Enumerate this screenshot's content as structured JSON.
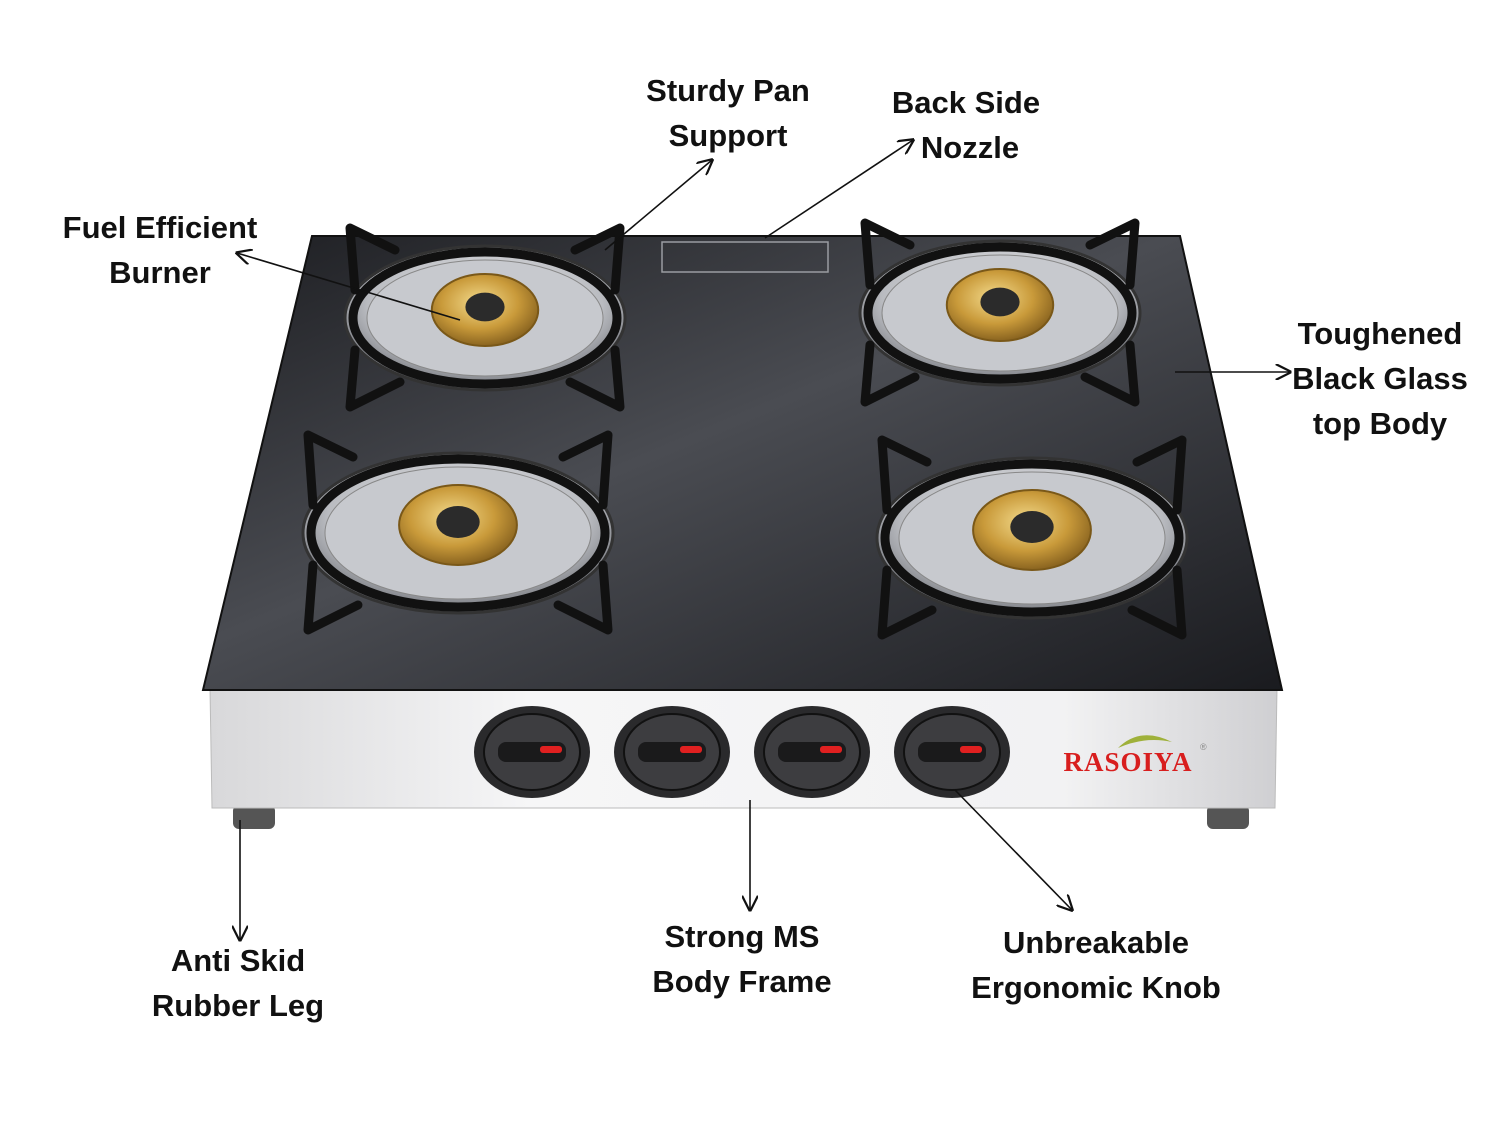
{
  "brand": {
    "logo_text": "RASOIYA",
    "registered_mark": "®",
    "color": "#d81e1e"
  },
  "labels": {
    "pan_support": [
      "Sturdy Pan",
      "Support"
    ],
    "nozzle": [
      "Back Side",
      "Nozzle"
    ],
    "burner": [
      "Fuel Efficient",
      "Burner"
    ],
    "glass_top": [
      "Toughened",
      "Black Glass",
      "top Body"
    ],
    "rubber_leg": [
      "Anti Skid",
      "Rubber Leg"
    ],
    "body_frame": [
      "Strong MS",
      "Body Frame"
    ],
    "knob": [
      "Unbreakable",
      "Ergonomic Knob"
    ]
  },
  "product": {
    "burner_count": 4,
    "knob_count": 4,
    "glass_color": "#2a2c31",
    "burner_color": "#c9a24a"
  }
}
